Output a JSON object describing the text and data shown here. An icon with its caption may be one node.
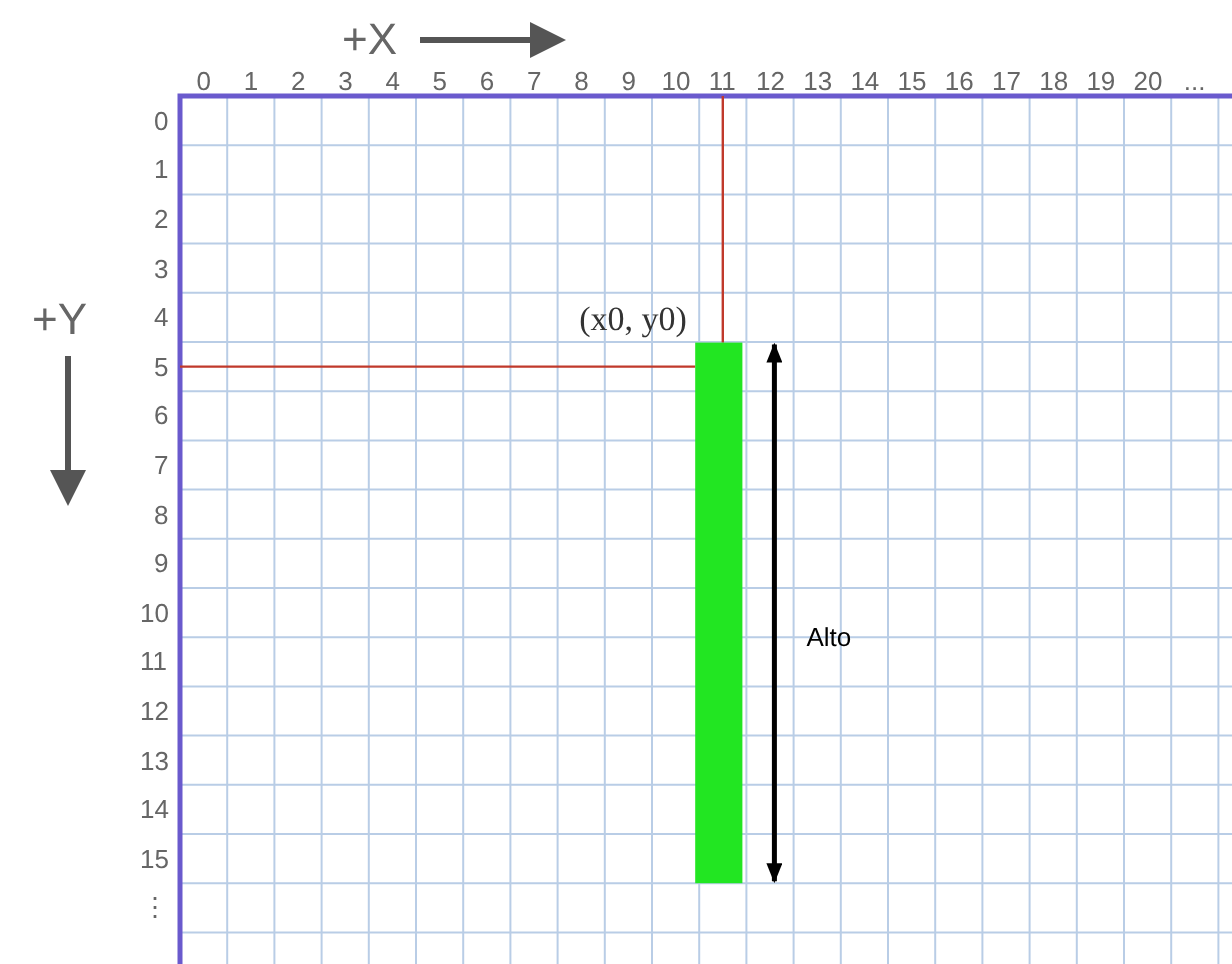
{
  "diagram": {
    "nodes": [
      {
        "text": [],
        "shape": "bar"
      }
    ],
    "labels": [
      "+X",
      "0",
      "1",
      "2",
      "3",
      "4",
      "5",
      "6",
      "7",
      "8",
      "9",
      "10",
      "11",
      "12",
      "13",
      "14",
      "15",
      "16",
      "17",
      "18",
      "19",
      "20",
      "...",
      "0",
      "1",
      "2",
      "3",
      "4",
      "5",
      "6",
      "7",
      "8",
      "9",
      "10",
      "11",
      "12",
      "13",
      "14",
      "15",
      "⋮",
      "+Y",
      "(x0, y0)",
      "Alto"
    ]
  }
}
